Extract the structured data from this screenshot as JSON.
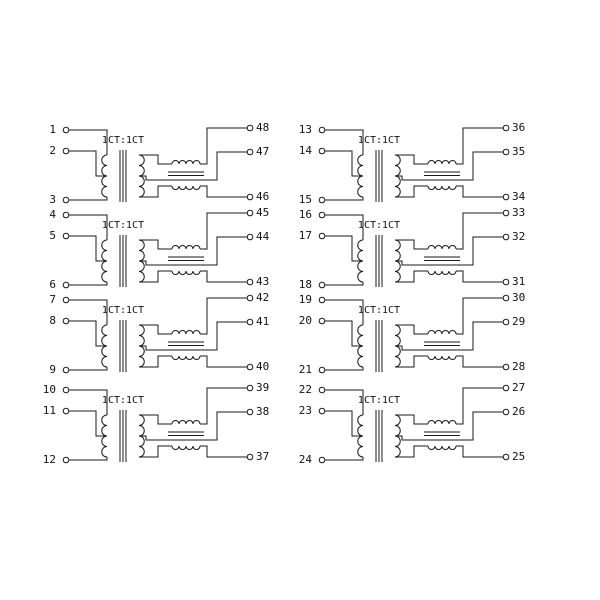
{
  "transformer_label": "1CT:1CT",
  "units": [
    {
      "left_pins": [
        "1",
        "2",
        "3"
      ],
      "right_pins": [
        "48",
        "47",
        "46"
      ]
    },
    {
      "left_pins": [
        "4",
        "5",
        "6"
      ],
      "right_pins": [
        "45",
        "44",
        "43"
      ]
    },
    {
      "left_pins": [
        "7",
        "8",
        "9"
      ],
      "right_pins": [
        "42",
        "41",
        "40"
      ]
    },
    {
      "left_pins": [
        "10",
        "11",
        "12"
      ],
      "right_pins": [
        "39",
        "38",
        "37"
      ]
    },
    {
      "left_pins": [
        "13",
        "14",
        "15"
      ],
      "right_pins": [
        "36",
        "35",
        "34"
      ]
    },
    {
      "left_pins": [
        "16",
        "17",
        "18"
      ],
      "right_pins": [
        "33",
        "32",
        "31"
      ]
    },
    {
      "left_pins": [
        "19",
        "20",
        "21"
      ],
      "right_pins": [
        "30",
        "29",
        "28"
      ]
    },
    {
      "left_pins": [
        "22",
        "23",
        "24"
      ],
      "right_pins": [
        "27",
        "26",
        "25"
      ]
    }
  ],
  "colors": {
    "line": "#1a1a1a",
    "background": "#ffffff"
  }
}
